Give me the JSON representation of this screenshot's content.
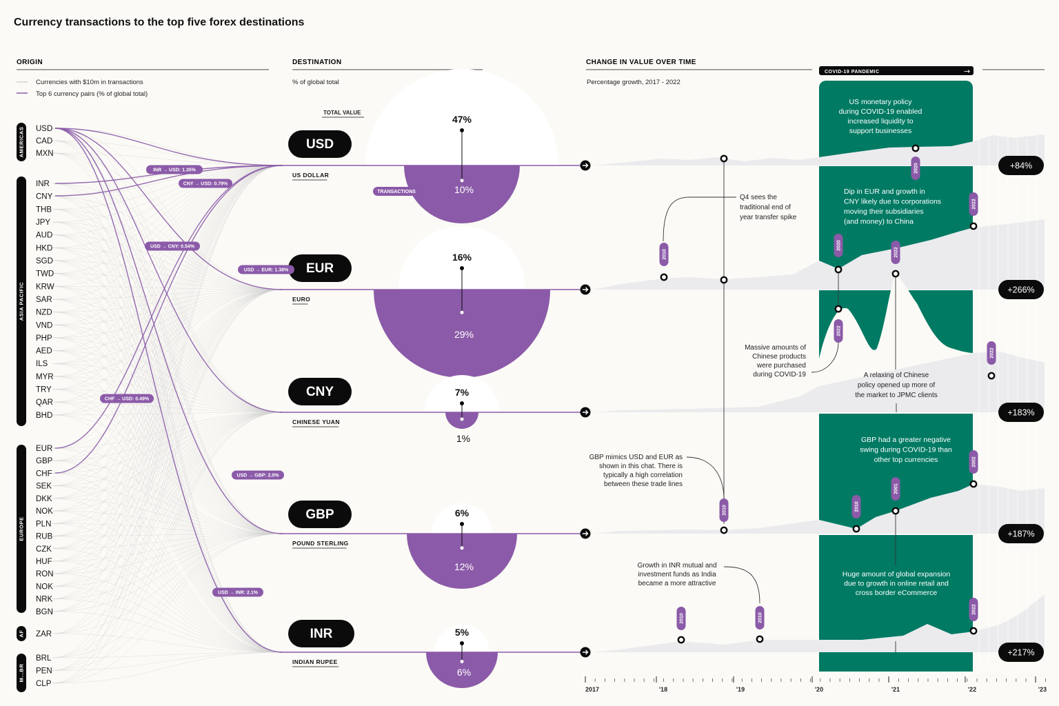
{
  "title": "Currency transactions to the top five forex destinations",
  "sections": {
    "origin": "ORIGIN",
    "destination": "DESTINATION",
    "change": "CHANGE IN VALUE OVER TIME",
    "covid": "COVID-19 PANDEMIC"
  },
  "legend": {
    "line1": "Currencies with $10m in transactions",
    "line2": "Top 6 currency pairs (% of global total)"
  },
  "destination_sub": "% of global total",
  "change_sub": "Percentage growth, 2017 - 2022",
  "total_value_label": "TOTAL VALUE",
  "transactions_label": "TRANSACTIONS",
  "colors": {
    "purple": "#8b5aa8",
    "green": "#007a63",
    "black": "#0b0b0b"
  },
  "regions": [
    {
      "name": "AMERICAS",
      "currencies": [
        "USD",
        "CAD",
        "MXN"
      ]
    },
    {
      "name": "ASIA PACIFIC",
      "currencies": [
        "INR",
        "CNY",
        "THB",
        "JPY",
        "AUD",
        "HKD",
        "SGD",
        "TWD",
        "KRW",
        "SAR",
        "NZD",
        "VND",
        "PHP",
        "AED",
        "ILS",
        "MYR",
        "TRY",
        "QAR",
        "BHD"
      ]
    },
    {
      "name": "EUROPE",
      "currencies": [
        "EUR",
        "GBP",
        "CHF",
        "SEK",
        "DKK",
        "NOK",
        "PLN",
        "RUB",
        "CZK",
        "HUF",
        "RON",
        "NOK",
        "NRK",
        "BGN"
      ]
    },
    {
      "name": "AF",
      "currencies": [
        "ZAR"
      ]
    },
    {
      "name": "M...BR",
      "currencies": [
        "BRL",
        "PEN",
        "CLP"
      ]
    }
  ],
  "pairs": [
    {
      "label": "INR → USD: 1.35%"
    },
    {
      "label": "CNY → USD: 0.79%"
    },
    {
      "label": "USD → CNY: 0.54%"
    },
    {
      "label": "USD → EUR: 1.38%"
    },
    {
      "label": "CHF → USD: 0.49%"
    },
    {
      "label": "USD → GBP: 2.0%"
    },
    {
      "label": "USD → INR: 2.1%"
    }
  ],
  "destinations": [
    {
      "code": "USD",
      "name": "US DOLLAR",
      "total_pct": 47,
      "total_label": "47%",
      "tx_pct": 10,
      "tx_label": "10%",
      "growth_label": "+84%"
    },
    {
      "code": "EUR",
      "name": "EURO",
      "total_pct": 16,
      "total_label": "16%",
      "tx_pct": 29,
      "tx_label": "29%",
      "growth_label": "+266%"
    },
    {
      "code": "CNY",
      "name": "CHINESE YUAN",
      "total_pct": 7,
      "total_label": "7%",
      "tx_pct": 1,
      "tx_label": "1%",
      "growth_label": "+183%"
    },
    {
      "code": "GBP",
      "name": "POUND STERLING",
      "total_pct": 6,
      "total_label": "6%",
      "tx_pct": 12,
      "tx_label": "12%",
      "growth_label": "+187%"
    },
    {
      "code": "INR",
      "name": "INDIAN RUPEE",
      "total_pct": 5,
      "total_label": "5%",
      "tx_pct": 6,
      "tx_label": "6%",
      "growth_label": "+217%"
    }
  ],
  "annotations": {
    "usd_covid": [
      "US monetary policy",
      "during COVID-19 enabled",
      "increased liquidity to",
      "support businesses"
    ],
    "q4": [
      "Q4 sees the",
      "traditional end of",
      "year transfer spike"
    ],
    "eur_cny": [
      "Dip in EUR and growth in",
      "CNY likely due to corporations",
      "moving their subsidiaries",
      "(and money) to China"
    ],
    "massive": [
      "Massive amounts of",
      "Chinese products",
      "were purchased",
      "during COVID-19"
    ],
    "relax": [
      "A relaxing of Chinese",
      "policy opened up more of",
      "the market to JPMC clients"
    ],
    "gbp_mimic": [
      "GBP mimics USD and EUR as",
      "shown in this chat. There is",
      "typically a high correlation",
      "between these trade lines"
    ],
    "gbp_neg": [
      "GBP had a greater negative",
      "swing during COVID-19 than",
      "other top currencies"
    ],
    "inr_growth": [
      "Growth in INR mutual and",
      "investment funds as India",
      "became a more attractive"
    ],
    "global": [
      "Huge amount of global expansion",
      "due to growth in online retail and",
      "cross border eCommerce"
    ]
  },
  "year_tags": [
    "2020",
    "2022",
    "2010",
    "2020",
    "2022",
    "2022",
    "2022",
    "2010",
    "2010",
    "2001",
    "2002",
    "2010",
    "2010",
    "2022"
  ],
  "axis_years": [
    "2017",
    "'18",
    "'19",
    "'20",
    "'21",
    "'22",
    "'23"
  ]
}
